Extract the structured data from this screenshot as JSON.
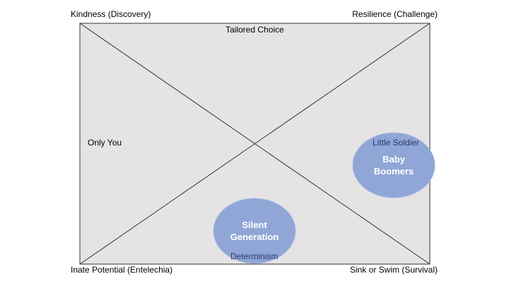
{
  "corners": {
    "top_left": "Kindness (Discovery)",
    "top_right": "Resilience (Challenge)",
    "bottom_left": "Inate Potential (Entelechia)",
    "bottom_right": "Sink or Swim (Survival)"
  },
  "labels": {
    "top_center": "Tailored Choice",
    "left_middle": "Only You"
  },
  "bubbles": [
    {
      "line1": "Baby",
      "line2": "Boomers",
      "caption": "Little Soldier"
    },
    {
      "line1": "Silent",
      "line2": "Generation",
      "caption": "Determinism"
    }
  ],
  "colors": {
    "box_fill": "#e5e3e4",
    "box_stroke": "#333333",
    "bubble_fill": "#8fa6d6",
    "bubble_stroke": "#a6b8e0",
    "caption_color": "#2a3a6a"
  }
}
